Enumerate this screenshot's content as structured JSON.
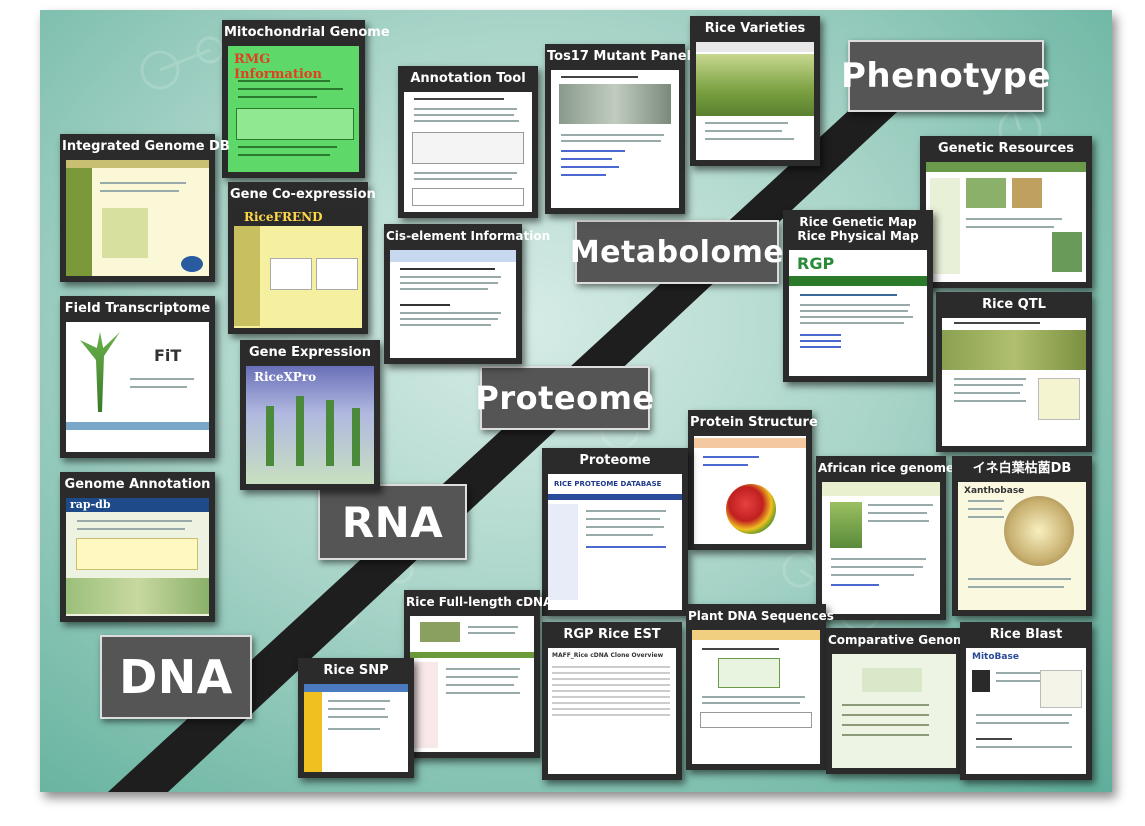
{
  "stages": {
    "dna": "DNA",
    "rna": "RNA",
    "proteome": "Proteome",
    "metabolome": "Metabolome",
    "phenotype": "Phenotype"
  },
  "cards": {
    "mitochondrial_genome": "Mitochondrial Genome",
    "integrated_genome_db": "Integrated Genome DB",
    "gene_coexpression": "Gene Co-expression",
    "field_transcriptome": "Field Transcriptome",
    "gene_expression": "Gene Expression",
    "genome_annotation": "Genome Annotation",
    "annotation_tool": "Annotation Tool",
    "cis_element": "Cis-element Information",
    "tos17": "Tos17 Mutant Panel",
    "rice_varieties": "Rice Varieties",
    "genetic_resources": "Genetic Resources",
    "rice_genetic_map": "Rice Genetic Map",
    "rice_physical_map": "Rice Physical Map",
    "rice_qtl": "Rice QTL",
    "protein_structure": "Protein Structure",
    "proteome_db": "Proteome",
    "african_rice": "African rice genome",
    "ine_db": "イネ白葉枯菌DB",
    "rice_fl_cdna": "Rice Full-length cDNA",
    "rice_snp": "Rice SNP",
    "rgp_rice_est": "RGP Rice EST",
    "plant_dna": "Plant DNA Sequences",
    "comparative_genomics": "Comparative Genomics",
    "rice_blast": "Rice Blast"
  },
  "thumb_text": {
    "rmg": "RMG Information",
    "ricefrend": "RiceFREND",
    "ricexpro": "RiceXPro",
    "rapdb": "rap-db",
    "fit": "FiT",
    "rgp": "RGP",
    "maff": "MAFF_Rice cDNA Clone Overview",
    "mitobase": "MitoBase",
    "xanthobase": "Xanthobase",
    "rice_proteome_database": "RICE PROTEOME DATABASE"
  },
  "colors": {
    "stage_bg": "#555555",
    "card_bg": "#2b2b2b",
    "diagonal": "#1e1e1e"
  }
}
